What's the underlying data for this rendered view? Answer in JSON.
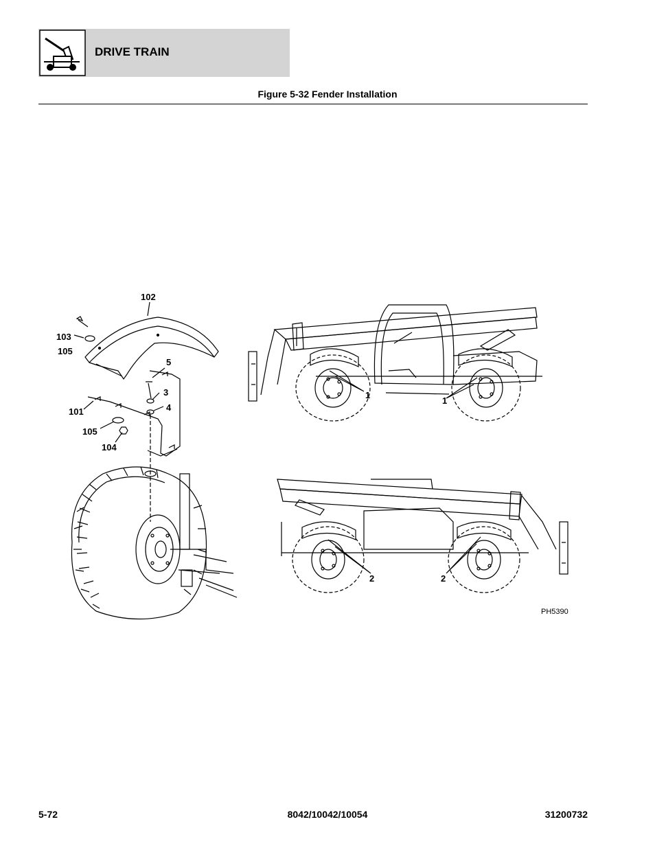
{
  "header": {
    "section_title": "DRIVE TRAIN",
    "icon": "drive-train-cart-icon"
  },
  "figure": {
    "caption": "Figure 5-32 Fender Installation",
    "callouts": {
      "c102": "102",
      "c103": "103",
      "c105a": "105",
      "c5": "5",
      "c3": "3",
      "c4": "4",
      "c101": "101",
      "c105b": "105",
      "c104": "104",
      "c1a": "1",
      "c1b": "1",
      "c2a": "2",
      "c2b": "2"
    },
    "photo_code": "PH5390"
  },
  "footer": {
    "page_number": "5-72",
    "model_numbers": "8042/10042/10054",
    "document_number": "31200732"
  }
}
